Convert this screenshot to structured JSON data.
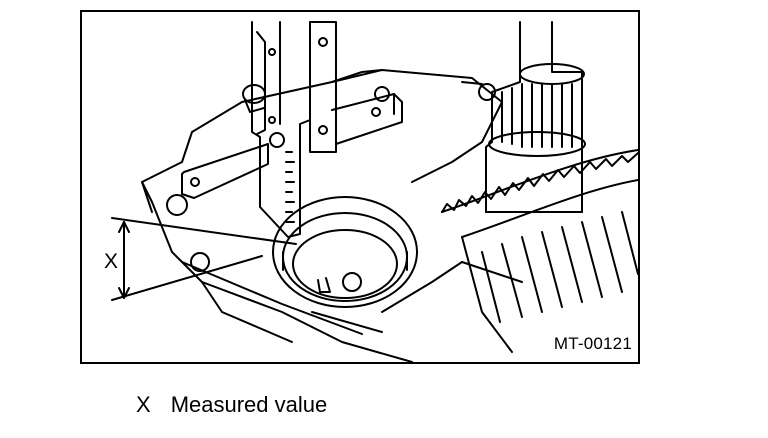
{
  "figure": {
    "code": "MT-00121",
    "dimension_symbol": "X",
    "depicts": [
      "depth-gauge",
      "transmission-case",
      "bearing-bore",
      "gear",
      "shaft"
    ]
  },
  "legend": {
    "items": [
      {
        "symbol": "X",
        "text": "Measured value"
      }
    ]
  }
}
